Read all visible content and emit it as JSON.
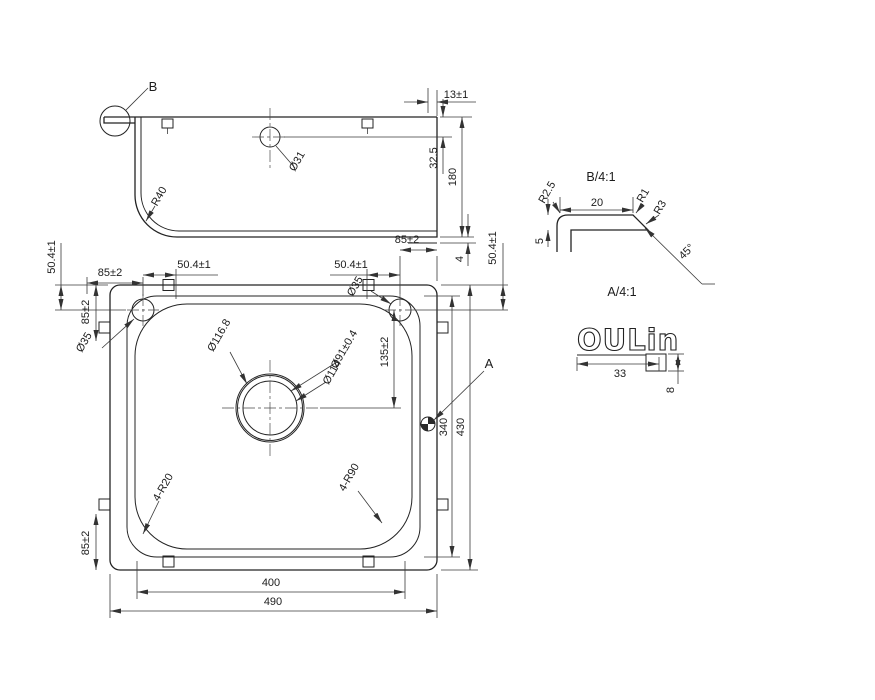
{
  "page": {
    "background": "#ffffff",
    "ink": "#222222"
  },
  "drawing": {
    "elevation": {
      "callout_b": "B",
      "dim_edge_offset": "13±1",
      "dim_hole_depth": "32.5",
      "dim_bowl_depth": "180",
      "dim_hole_dia": "Ø31",
      "label_radius": "R40",
      "dim_rim_height": "4"
    },
    "plan": {
      "dim_top_left_85": "85±2",
      "dim_top_left_504": "50.4±1",
      "dim_far_left_504": "50.4±1",
      "dim_left_85_top": "85±2",
      "dim_left_85_bottom": "85±2",
      "dim_hole_left": "Ø35",
      "dim_hole_right": "Ø35",
      "dim_top_right_504": "50.4±1",
      "dim_top_right_85": "85±2",
      "dim_far_right_504": "50.4±1",
      "dim_drain_outer": "Ø116.8",
      "dim_drain_mid": "Ø114",
      "dim_drain_inner": "Ø91±0.4",
      "dim_drain_offset": "135±2",
      "dim_bowl_len": "340",
      "dim_overall_len": "430",
      "dim_bowl_width": "400",
      "dim_overall_width": "490",
      "label_corner_r20": "4-R20",
      "label_corner_r90": "4-R90",
      "callout_a": "A"
    },
    "detail_b": {
      "title": "B/4:1",
      "dim_r25": "R2.5",
      "dim_width": "20",
      "dim_r1": "R1",
      "dim_r3": "R3",
      "dim_thickness": "5",
      "dim_angle": "45°"
    },
    "detail_a": {
      "title": "A/4:1",
      "logo_text": "OULin",
      "dim_logo_width": "33",
      "dim_logo_height": "8"
    }
  }
}
